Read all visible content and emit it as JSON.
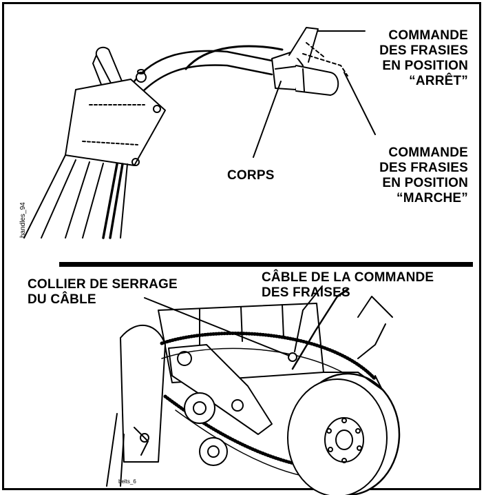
{
  "top_figure": {
    "label_off": [
      "COMMANDE",
      "DES FRASIES",
      "EN POSITION",
      "“ARRÊT”"
    ],
    "label_on": [
      "COMMANDE",
      "DES FRASIES",
      "EN POSITION",
      "“MARCHE”"
    ],
    "label_body": "CORPS",
    "code": "handles_94"
  },
  "bottom_figure": {
    "label_clamp": [
      "COLLIER DE SERRAGE",
      "DU CÂBLE"
    ],
    "label_cable": [
      "CÂBLE DE LA COMMANDE",
      "DES FRAISES"
    ],
    "code": "belts_6"
  }
}
